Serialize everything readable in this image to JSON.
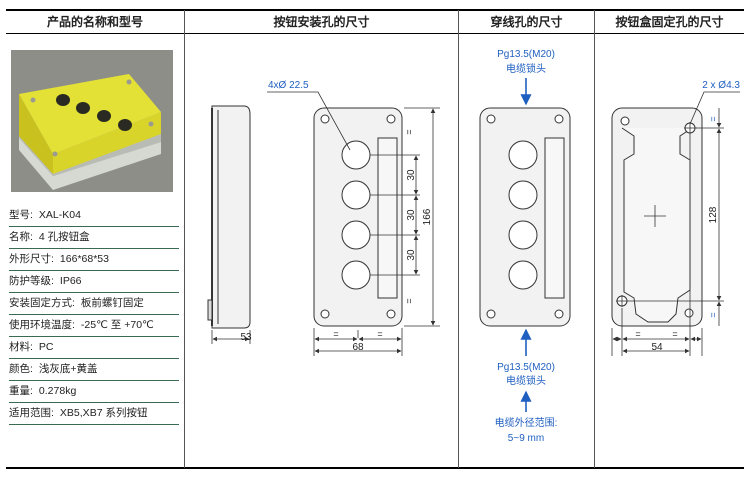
{
  "headers": {
    "product": "产品的名称和型号",
    "button_holes": "按钮安装孔的尺寸",
    "cable_holes": "穿线孔的尺寸",
    "box_holes": "按钮盒固定孔的尺寸"
  },
  "specs": [
    {
      "label": "型号:",
      "value": "XAL-K04"
    },
    {
      "label": "名称:",
      "value": "4 孔按钮盒"
    },
    {
      "label": "外形尺寸:",
      "value": "166*68*53"
    },
    {
      "label": "防护等级:",
      "value": "IP66"
    },
    {
      "label": "安装固定方式:",
      "value": "板前螺钉固定"
    },
    {
      "label": "使用环境温度:",
      "value": "-25℃ 至 +70℃"
    },
    {
      "label": "材料:",
      "value": "PC"
    },
    {
      "label": "颜色:",
      "value": "浅灰底+黄盖"
    },
    {
      "label": "重量:",
      "value": "0.278kg"
    },
    {
      "label": "适用范围:",
      "value": "XB5,XB7 系列按钮"
    }
  ],
  "drawing1": {
    "hole_callout": "4xØ 22.5",
    "pitch1": "30",
    "pitch2": "30",
    "pitch3": "30",
    "length": "166",
    "depth": "53",
    "width": "68",
    "eq": "="
  },
  "drawing2": {
    "top_gland": "Pg13.5(M20)",
    "top_gland_desc": "电缆锁头",
    "bottom_gland": "Pg13.5(M20)",
    "bottom_gland_desc": "电缆锁头",
    "cable_range_label": "电缆外径范围:",
    "cable_range_value": "5~9 mm"
  },
  "drawing3": {
    "hole_callout": "2 x Ø4.3",
    "height": "128",
    "width": "54",
    "eq": "="
  },
  "colors": {
    "rule": "#000000",
    "annotation_blue": "#1f5fc0",
    "box_fill": "#f2f2f2",
    "cover_yellow": "#e6e33a"
  }
}
